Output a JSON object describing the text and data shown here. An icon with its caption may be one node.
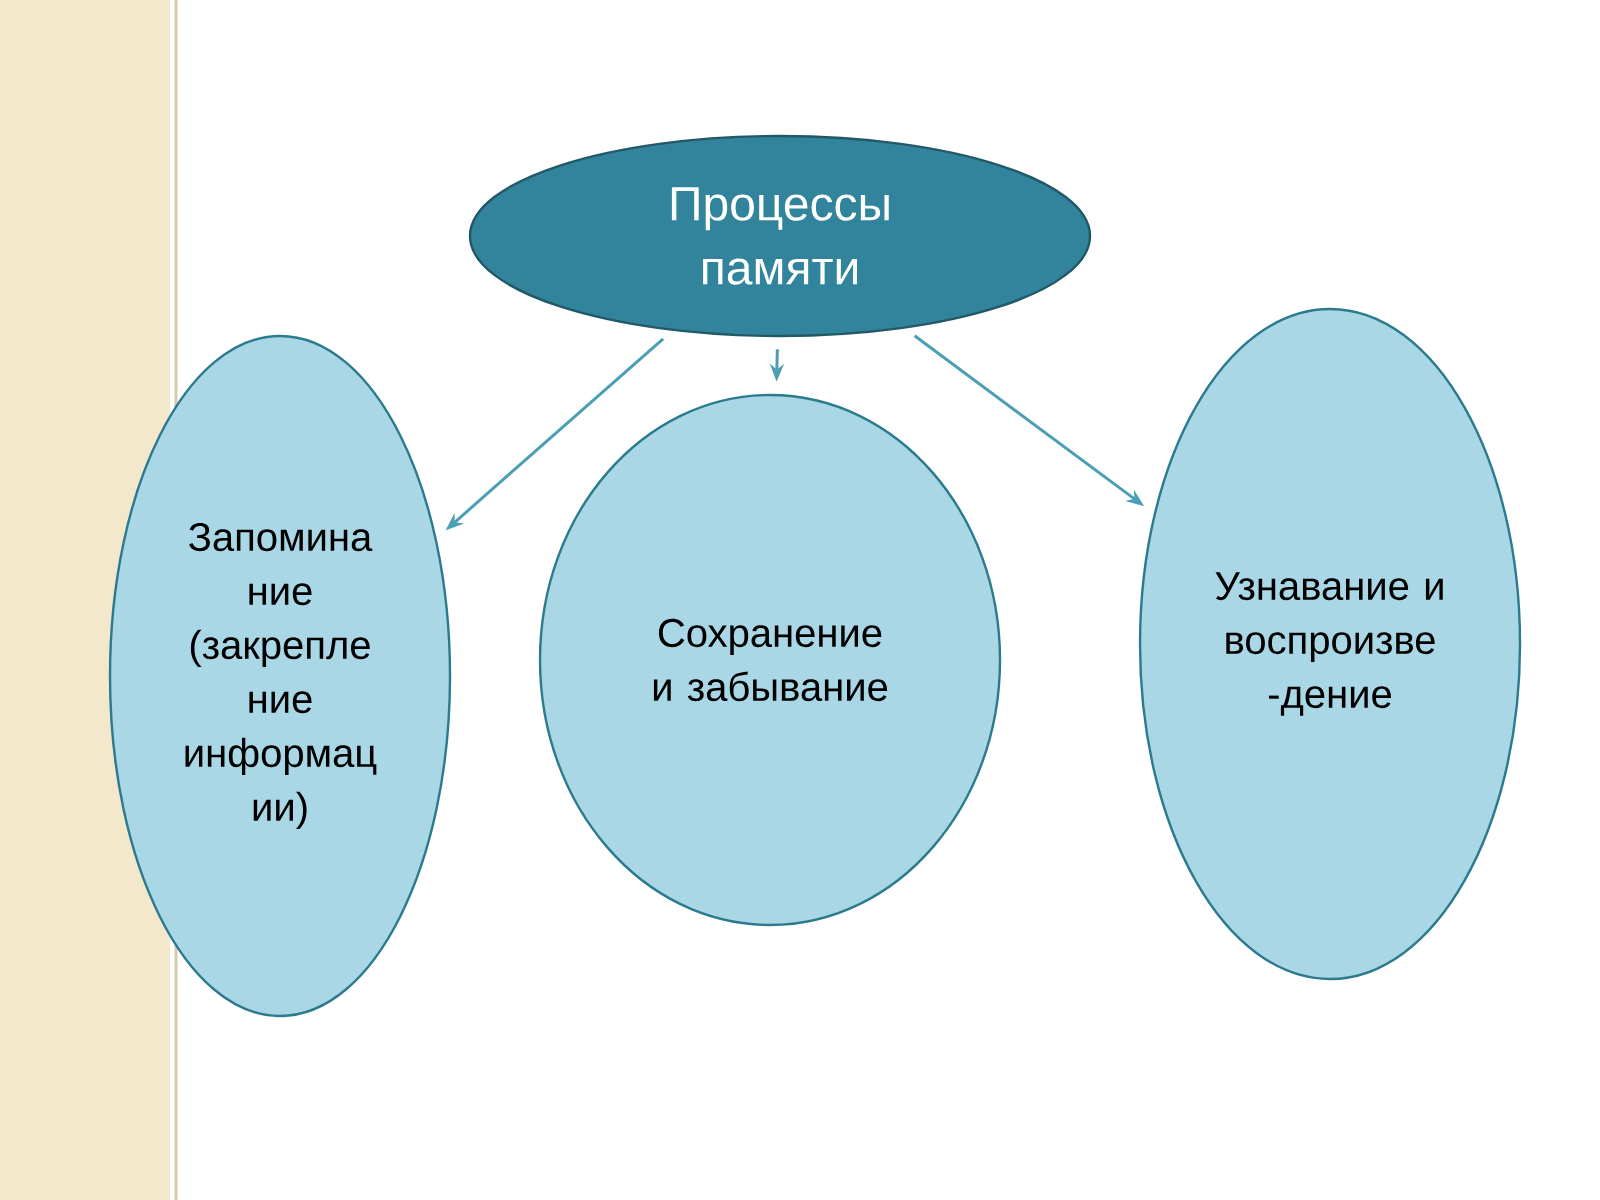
{
  "diagram": {
    "nodes": [
      {
        "text": [
          "Процессы памяти"
        ]
      },
      {
        "text": [
          "Запомина ние (закрепле ние информац ии)"
        ]
      },
      {
        "text": [
          "Сохранение и забывание"
        ]
      },
      {
        "text": [
          "Узнавание и воспроизве -дение"
        ]
      }
    ],
    "edges": [
      {
        "from": 0,
        "to": 1,
        "arrow": "to"
      },
      {
        "from": 0,
        "to": 2,
        "arrow": "to"
      },
      {
        "from": 0,
        "to": 3,
        "arrow": "to"
      }
    ]
  }
}
